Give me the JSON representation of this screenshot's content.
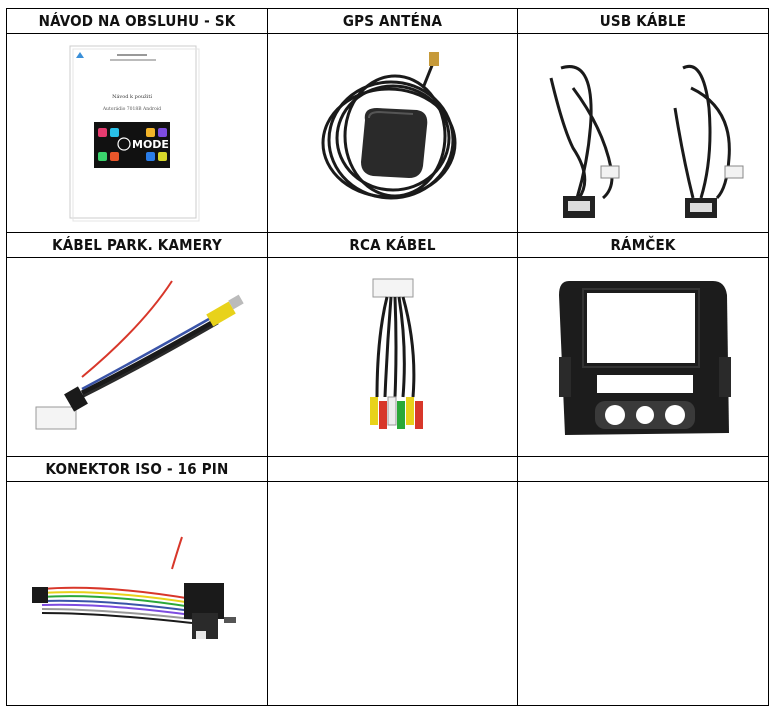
{
  "rows": [
    {
      "cells": [
        {
          "label": "NÁVOD NA OBSLUHU - SK",
          "icon": "manual-booklet-image"
        },
        {
          "label": "GPS ANTÉNA",
          "icon": "gps-antenna-image"
        },
        {
          "label": "USB KÁBLE",
          "icon": "usb-cables-image"
        }
      ]
    },
    {
      "cells": [
        {
          "label": "KÁBEL PARK. KAMERY",
          "icon": "camera-cable-image"
        },
        {
          "label": "RCA KÁBEL",
          "icon": "rca-cable-image"
        },
        {
          "label": "RÁMČEK",
          "icon": "frame-image"
        }
      ]
    },
    {
      "cells": [
        {
          "label": "KONEKTOR ISO - 16 PIN",
          "icon": "iso-connector-image"
        },
        {
          "label": "",
          "icon": ""
        },
        {
          "label": "",
          "icon": ""
        }
      ]
    }
  ],
  "manual": {
    "title": "Návod k použití",
    "subtitle": "Autorádio 7018B Android",
    "logo": "MODE"
  }
}
